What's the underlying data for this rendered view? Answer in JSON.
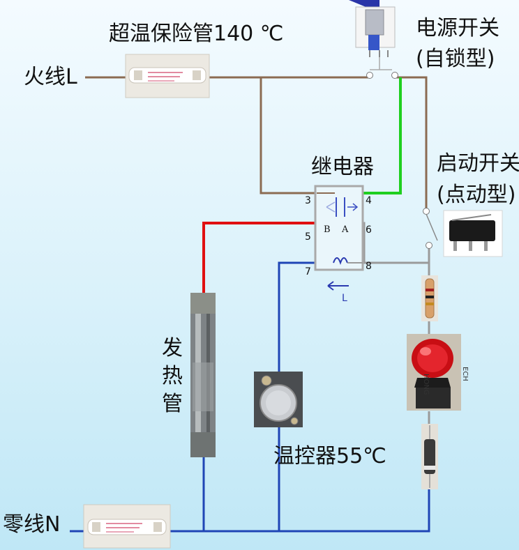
{
  "labels": {
    "fuse_top": "超温保险管140 ℃",
    "live_wire": "火线L",
    "power_switch_line1": "电源开关",
    "power_switch_line2": "(自锁型)",
    "relay": "继电器",
    "start_switch_line1": "启动开关",
    "start_switch_line2": "(点动型)",
    "heater_chars": [
      "发",
      "热",
      "管"
    ],
    "thermostat": "温控器55℃",
    "neutral_wire": "零线N"
  },
  "relay_pins": {
    "p3": "3",
    "p4": "4",
    "p5": "5",
    "p6": "6",
    "p7": "7",
    "p8": "8",
    "B": "B",
    "A": "A",
    "L": "L"
  },
  "colors": {
    "live_brown": "#8b6b52",
    "green": "#1fcf1f",
    "red": "#e01010",
    "blue": "#1f45b5",
    "gray": "#9a9a9a",
    "relay_box": "#a9a9a9",
    "coil": "#2a3ab0"
  }
}
